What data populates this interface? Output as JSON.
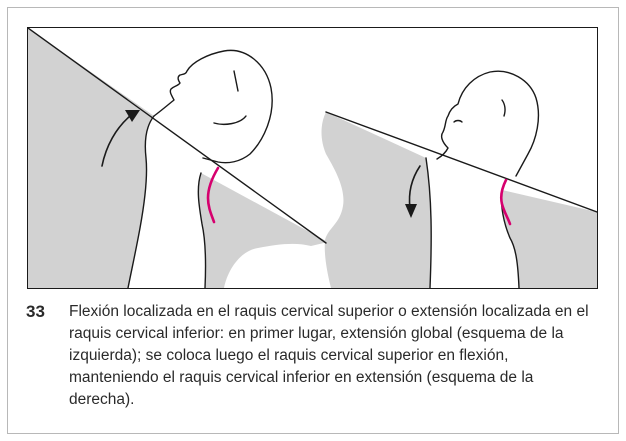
{
  "figure": {
    "number": "33",
    "caption": "Flexión localizada en el raquis cervical superior o extensión localizada en el raquis cervical inferior: en primer lugar, exten­sión global (esquema de la izquierda); se coloca luego el raquis cervical superior en flexión, manteniendo el raquis cervical infe­rior en extensión (esquema de la derecha).",
    "colors": {
      "fill": "#d2d2d2",
      "outline": "#1a1a1a",
      "highlight": "#d6006e"
    },
    "illustration": {
      "left": {
        "position": "global extension",
        "arrow": "upward curved arrow",
        "curve": "magenta cervical curve"
      },
      "right": {
        "position": "upper cervical flexion, lower cervical extension",
        "arrow": "downward curved arrow",
        "curve": "magenta cervical curve"
      }
    }
  }
}
